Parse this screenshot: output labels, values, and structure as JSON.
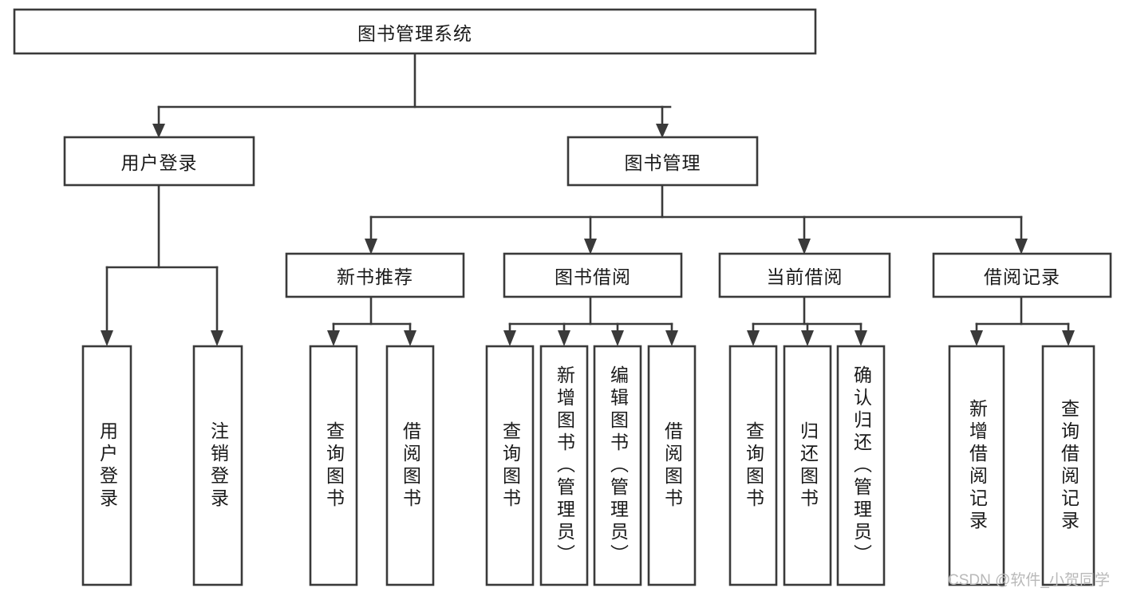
{
  "diagram": {
    "type": "tree-hierarchy",
    "title": "图书管理系统",
    "orientation": "top-down",
    "watermark": "CSDN @软件_小贺同学",
    "colors": {
      "stroke": "#3a3a3a",
      "fill": "#ffffff",
      "text": "#1a1a1a",
      "watermark": "#b9b9b9"
    },
    "nodes": {
      "root": {
        "label": "图书管理系统",
        "level": 1,
        "text_direction": "horizontal"
      },
      "user_login": {
        "label": "用户登录",
        "level": 2,
        "text_direction": "horizontal"
      },
      "book_manage": {
        "label": "图书管理",
        "level": 2,
        "text_direction": "horizontal"
      },
      "new_book_rec": {
        "label": "新书推荐",
        "level": 3,
        "text_direction": "horizontal"
      },
      "book_borrow": {
        "label": "图书借阅",
        "level": 3,
        "text_direction": "horizontal"
      },
      "current_borrow": {
        "label": "当前借阅",
        "level": 3,
        "text_direction": "horizontal"
      },
      "borrow_record": {
        "label": "借阅记录",
        "level": 3,
        "text_direction": "horizontal"
      },
      "leaf_1": {
        "label": "用户登录",
        "level": 4,
        "text_direction": "vertical"
      },
      "leaf_2": {
        "label": "注销登录",
        "level": 4,
        "text_direction": "vertical"
      },
      "leaf_3": {
        "label": "查询图书",
        "level": 4,
        "text_direction": "vertical"
      },
      "leaf_4": {
        "label": "借阅图书",
        "level": 4,
        "text_direction": "vertical"
      },
      "leaf_5": {
        "label": "查询图书",
        "level": 4,
        "text_direction": "vertical"
      },
      "leaf_6": {
        "label": "新增图书（管理员）",
        "level": 4,
        "text_direction": "vertical"
      },
      "leaf_7": {
        "label": "编辑图书（管理员）",
        "level": 4,
        "text_direction": "vertical"
      },
      "leaf_8": {
        "label": "借阅图书",
        "level": 4,
        "text_direction": "vertical"
      },
      "leaf_9": {
        "label": "查询图书",
        "level": 4,
        "text_direction": "vertical"
      },
      "leaf_10": {
        "label": "归还图书",
        "level": 4,
        "text_direction": "vertical"
      },
      "leaf_11": {
        "label": "确认归还（管理员）",
        "level": 4,
        "text_direction": "vertical"
      },
      "leaf_12": {
        "label": "新增借阅记录",
        "level": 4,
        "text_direction": "vertical"
      },
      "leaf_13": {
        "label": "查询借阅记录",
        "level": 4,
        "text_direction": "vertical"
      }
    },
    "edges": [
      {
        "from": "root",
        "to": "user_login"
      },
      {
        "from": "root",
        "to": "book_manage"
      },
      {
        "from": "user_login",
        "to": "leaf_1"
      },
      {
        "from": "user_login",
        "to": "leaf_2"
      },
      {
        "from": "book_manage",
        "to": "new_book_rec"
      },
      {
        "from": "book_manage",
        "to": "book_borrow"
      },
      {
        "from": "book_manage",
        "to": "current_borrow"
      },
      {
        "from": "book_manage",
        "to": "borrow_record"
      },
      {
        "from": "new_book_rec",
        "to": "leaf_3"
      },
      {
        "from": "new_book_rec",
        "to": "leaf_4"
      },
      {
        "from": "book_borrow",
        "to": "leaf_5"
      },
      {
        "from": "book_borrow",
        "to": "leaf_6"
      },
      {
        "from": "book_borrow",
        "to": "leaf_7"
      },
      {
        "from": "book_borrow",
        "to": "leaf_8"
      },
      {
        "from": "current_borrow",
        "to": "leaf_9"
      },
      {
        "from": "current_borrow",
        "to": "leaf_10"
      },
      {
        "from": "current_borrow",
        "to": "leaf_11"
      },
      {
        "from": "borrow_record",
        "to": "leaf_12"
      },
      {
        "from": "borrow_record",
        "to": "leaf_13"
      }
    ]
  }
}
